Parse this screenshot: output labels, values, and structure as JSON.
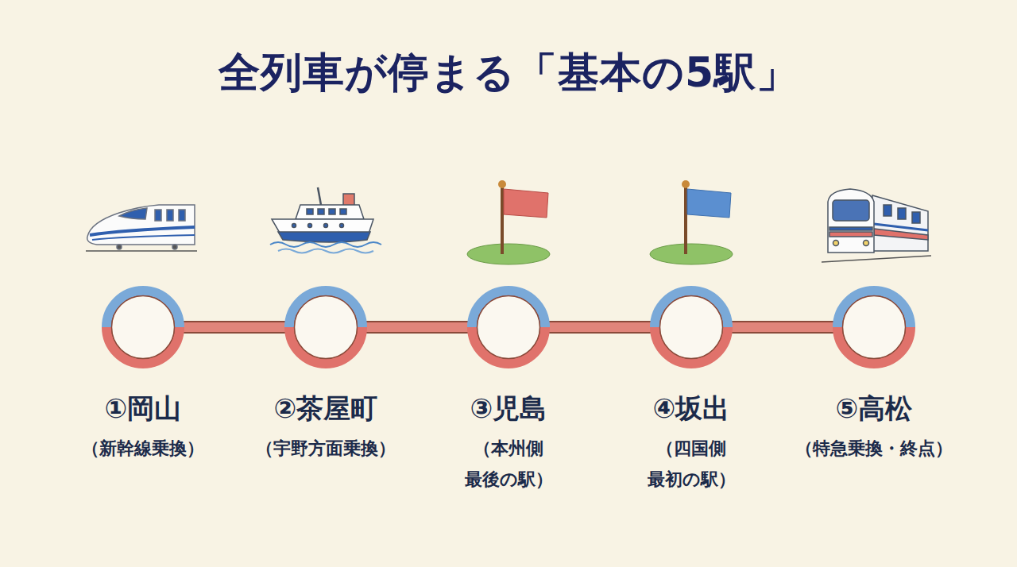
{
  "diagram": {
    "title": "全列車が停まる「基本の5駅」",
    "nodes": [
      {
        "text": [
          "①岡山",
          "（新幹線乗換）"
        ]
      },
      {
        "text": [
          "②茶屋町",
          "（宇野方面乗換）"
        ]
      },
      {
        "text": [
          "③児島",
          "（本州側 最後の駅）"
        ]
      },
      {
        "text": [
          "④坂出",
          "（四国側 最初の駅）"
        ]
      },
      {
        "text": [
          "⑤高松",
          "（特急乗換・終点）"
        ]
      }
    ],
    "edges": [
      {
        "from": 0,
        "to": 1,
        "arrow": "none"
      },
      {
        "from": 1,
        "to": 2,
        "arrow": "none"
      },
      {
        "from": 2,
        "to": 3,
        "arrow": "none"
      },
      {
        "from": 3,
        "to": 4,
        "arrow": "none"
      }
    ]
  }
}
